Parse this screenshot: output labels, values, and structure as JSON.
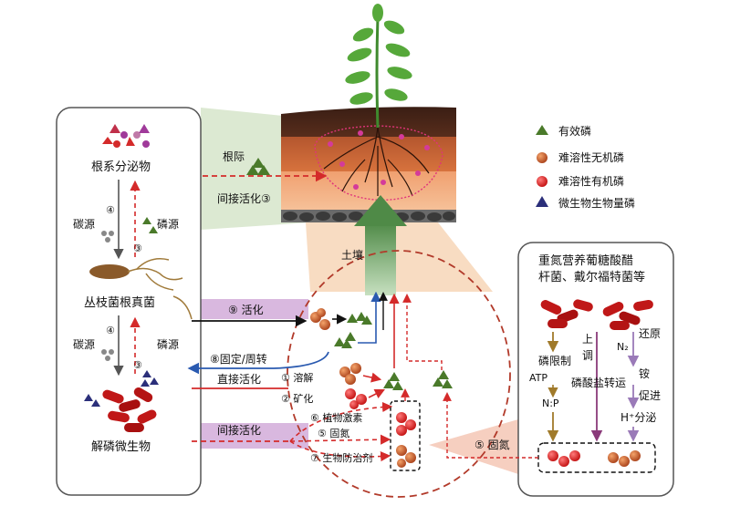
{
  "legend": {
    "effective_p": "有效磷",
    "insoluble_inorganic_p": "难溶性无机磷",
    "insoluble_organic_p": "难溶性有机磷",
    "microbial_biomass_p": "微生物生物量磷"
  },
  "top": {
    "rhizosphere": "根际",
    "indirect_activation_3": "间接活化③",
    "soil": "土壤"
  },
  "left_panel": {
    "root_exudates": "根系分泌物",
    "carbon_source": "碳源",
    "phosphorus_source": "磷源",
    "circled_4": "④",
    "circled_3": "③",
    "amf": "丛枝菌根真菌",
    "psm": "解磷微生物"
  },
  "middle": {
    "activation_9": "⑨ 活化",
    "fixation_turnover_8": "⑧固定/周转",
    "direct_activation": "直接活化",
    "dissolution_1": "① 溶解",
    "mineralization_2": "② 矿化",
    "indirect_activation": "间接活化",
    "phytohormone_6": "⑥ 植物激素",
    "nitrogen_fixation_5": "⑤ 固氮",
    "biocontrol_7": "⑦ 生物防治剂"
  },
  "right_panel": {
    "title_line1": "重氮营养葡糖酸醋",
    "title_line2": "杆菌、戴尔福特菌等",
    "p_limitation": "磷限制",
    "atp": "ATP",
    "np": "N:P",
    "up": "上",
    "regulate": "调",
    "phosphate_transport": "磷酸盐转运",
    "n2": "N₂",
    "reduce": "还原",
    "ammonium": "铵",
    "promote": "促进",
    "h_secretion": "H⁺分泌",
    "nitrogen_fixation_5": "⑤ 固氮"
  },
  "colors": {
    "green_p": "#4a7a2a",
    "orange_p": "#c0541d",
    "red_p": "#d81e1e",
    "blue_p": "#2b2f7a",
    "purple_band": "#d9b8df",
    "green_arrow": "#5a8a4a",
    "red_dash": "#d42a2a",
    "blue_arrow": "#2a5ab0"
  }
}
